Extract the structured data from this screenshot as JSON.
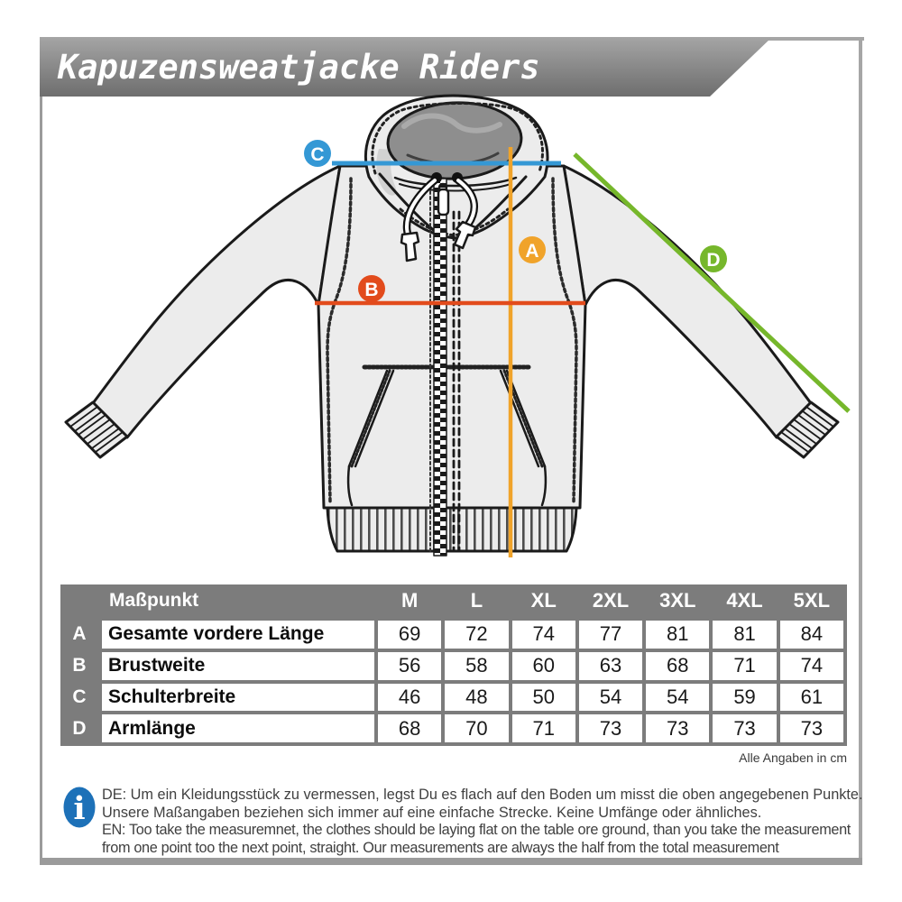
{
  "page": {
    "title": "Kapuzensweatjacke Riders",
    "unit_note": "Alle Angaben in cm"
  },
  "diagram": {
    "badge_a": "A",
    "badge_b": "B",
    "badge_c": "C",
    "badge_d": "D",
    "colors": {
      "a_orange": "#f0a32a",
      "b_red": "#e24b1c",
      "c_blue": "#3498d5",
      "d_green": "#76b72b"
    }
  },
  "table": {
    "header_label": "Maßpunkt",
    "sizes": [
      "M",
      "L",
      "XL",
      "2XL",
      "3XL",
      "4XL",
      "5XL"
    ],
    "rows": [
      {
        "key": "A",
        "label": "Gesamte vordere Länge",
        "values": [
          69,
          72,
          74,
          77,
          81,
          81,
          84
        ]
      },
      {
        "key": "B",
        "label": "Brustweite",
        "values": [
          56,
          58,
          60,
          63,
          68,
          71,
          74
        ]
      },
      {
        "key": "C",
        "label": "Schulterbreite",
        "values": [
          46,
          48,
          50,
          54,
          54,
          59,
          61
        ]
      },
      {
        "key": "D",
        "label": "Armlänge",
        "values": [
          68,
          70,
          71,
          73,
          73,
          73,
          73
        ]
      }
    ]
  },
  "info": {
    "lines": [
      "DE: Um ein Kleidungsstück zu vermessen, legst Du es flach auf den Boden um misst die oben angegebenen Punkte.",
      "Unsere Maßangaben beziehen sich immer auf eine einfache Strecke. Keine Umfänge oder ähnliches.",
      "EN: Too take the measuremnet, the clothes should be laying flat on the table ore ground, than you take the measurement",
      "from one point too the next point, straight. Our measurements are always the half from the total measurement"
    ]
  }
}
